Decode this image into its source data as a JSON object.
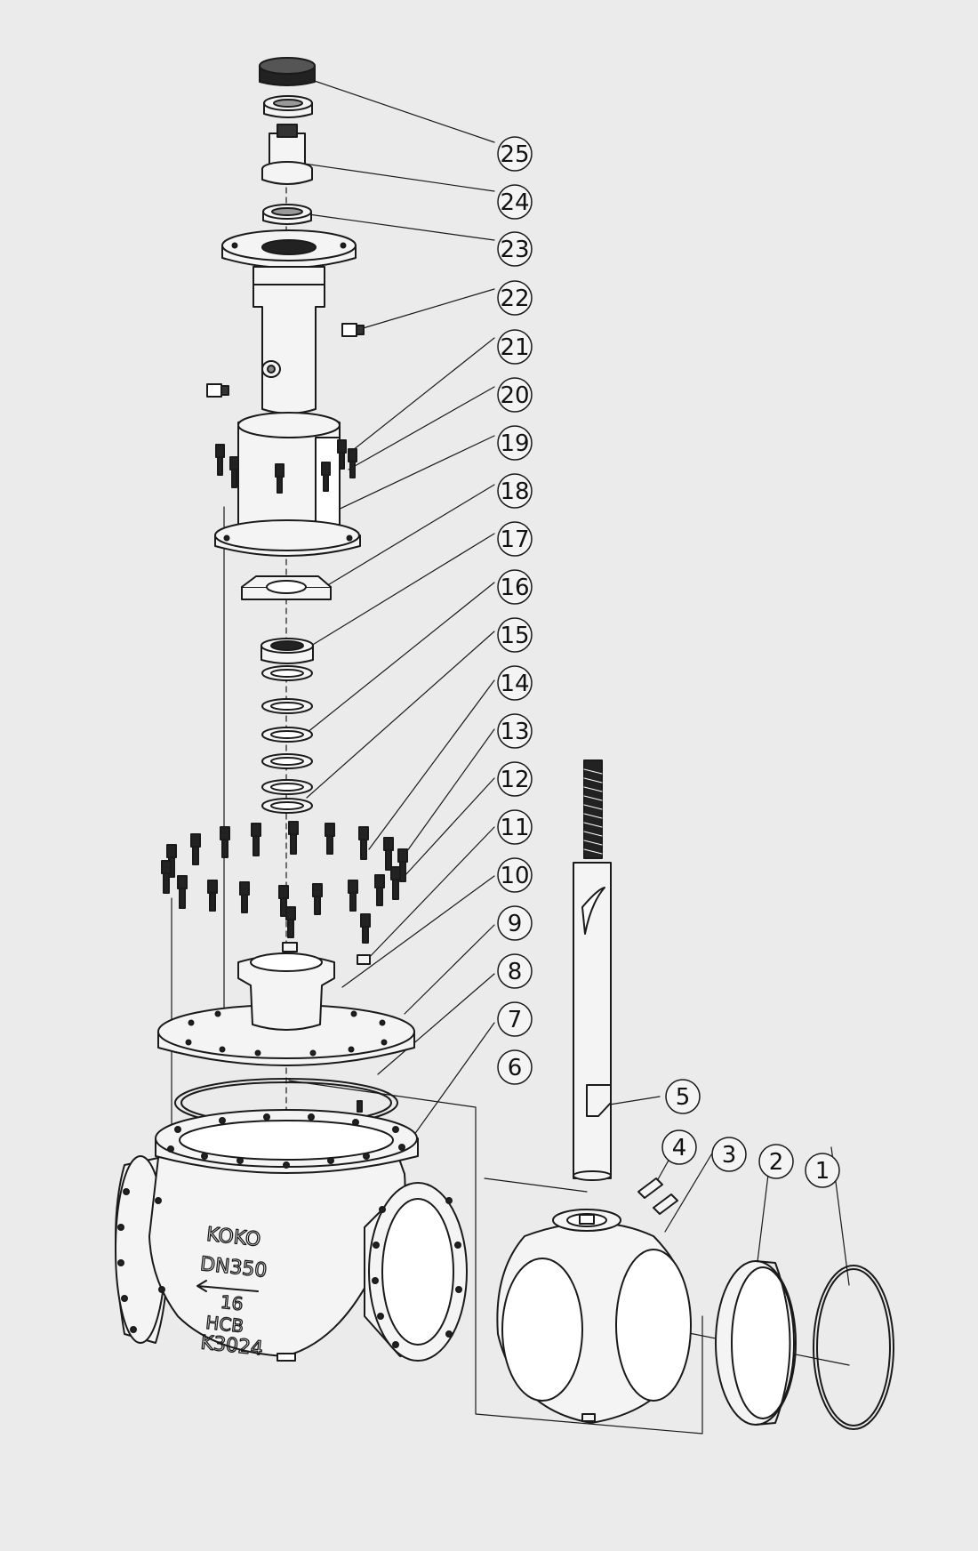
{
  "callouts": [
    "1",
    "2",
    "3",
    "4",
    "5",
    "6",
    "7",
    "8",
    "9",
    "10",
    "11",
    "12",
    "13",
    "14",
    "15",
    "16",
    "17",
    "18",
    "19",
    "20",
    "21",
    "22",
    "23",
    "24",
    "25"
  ],
  "body_marking": {
    "line1": "KOKO",
    "line2": "DN350",
    "line3": "16",
    "line4": "HCB",
    "line5": "K3024"
  },
  "colors": {
    "background": "#ebebeb",
    "line": "#1a1a1a",
    "fill": "#f4f4f4",
    "dark": "#222222"
  }
}
